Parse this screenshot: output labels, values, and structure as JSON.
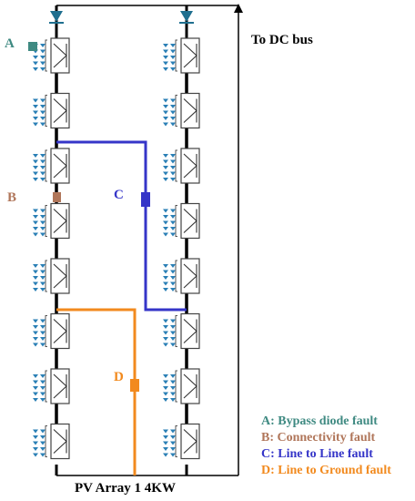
{
  "title": "PV Array 1 4KW",
  "bus_label": "To DC bus",
  "fault_markers": [
    {
      "id": "A",
      "color": "#3f8a82"
    },
    {
      "id": "B",
      "color": "#b0765a"
    },
    {
      "id": "C",
      "color": "#3535c8"
    },
    {
      "id": "D",
      "color": "#f28a1e"
    }
  ],
  "legend": [
    {
      "text": "A: Bypass diode fault",
      "color": "#3f8a82"
    },
    {
      "text": "B: Connectivity fault",
      "color": "#b0765a"
    },
    {
      "text": "C: Line to Line fault",
      "color": "#3535c8"
    },
    {
      "text": "D: Line to Ground fault",
      "color": "#f28a1e"
    }
  ],
  "strings": [
    {
      "modules": 8
    },
    {
      "modules": 8
    }
  ],
  "colors": {
    "wire": "#000000",
    "diode": "#1f6f8f",
    "cell": "#2a7fb5"
  }
}
